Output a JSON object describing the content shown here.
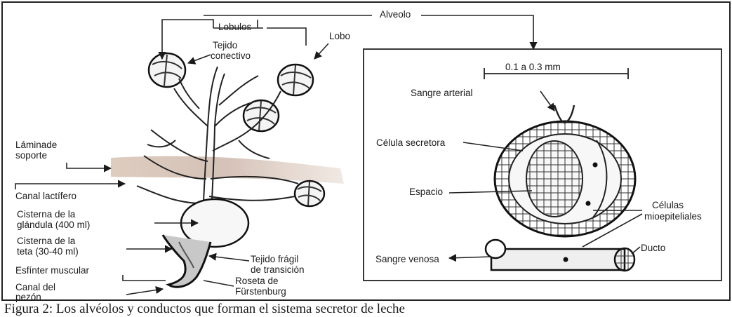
{
  "labels": {
    "alveolo": "Alveolo",
    "lobulos": "Lobulos",
    "lobo": "Lobo",
    "tejido_conectivo_1": "Tejido",
    "tejido_conectivo_2": "conectivo",
    "lamina_1": "Láminade",
    "lamina_2": "soporte",
    "canal_lactifero": "Canal lactífero",
    "cisterna_glandula_1": "Cisterna de la",
    "cisterna_glandula_2": "glándula (400 ml)",
    "cisterna_teta_1": "Cisterna de la",
    "cisterna_teta_2": "teta (30-40 ml)",
    "esfinter": "Esfínter muscular",
    "canal_pezon_1": "Canal del",
    "canal_pezon_2": "pezón",
    "tejido_fragil_1": "Tejido frágil",
    "tejido_fragil_2": "de transición",
    "roseta_1": "Roseta de",
    "roseta_2": "Fürstenburg",
    "scale": "0.1 a 0.3 mm",
    "sangre_arterial": "Sangre arterial",
    "celula_secretora": "Célula secretora",
    "espacio": "Espacio",
    "celulas_mio_1": "Células",
    "celulas_mio_2": "mioepiteliales",
    "sangre_venosa": "Sangre venosa",
    "ducto": "Ducto"
  },
  "caption": "Figura 2:  Los alvéolos y conductos que forman el sistema secretor de leche"
}
